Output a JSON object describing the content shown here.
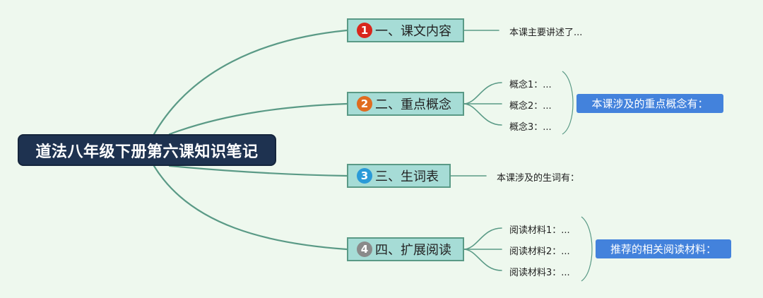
{
  "root": {
    "title": "道法八年级下册第六课知识笔记"
  },
  "branches": [
    {
      "marker": "1",
      "marker_color": "#d9261c",
      "label": "一、课文内容"
    },
    {
      "marker": "2",
      "marker_color": "#e06b1f",
      "label": "二、重点概念"
    },
    {
      "marker": "3",
      "marker_color": "#2a9ad8",
      "label": "三、生词表"
    },
    {
      "marker": "4",
      "marker_color": "#8a8a8a",
      "label": "四、扩展阅读"
    }
  ],
  "branch1_note": "本课主要讲述了...",
  "branch2_children": [
    "概念1：...",
    "概念2：...",
    "概念3：..."
  ],
  "branch2_summary": "本课涉及的重点概念有：",
  "branch3_note": "本课涉及的生词有：",
  "branch4_children": [
    "阅读材料1：...",
    "阅读材料2：...",
    "阅读材料3：..."
  ],
  "branch4_summary": "推荐的相关阅读材料：",
  "colors": {
    "background": "#eef8ee",
    "branch_fill": "#a6dcd6",
    "line": "#5a9a86",
    "root_fill": "#1e3250",
    "callout_fill": "#4382dc"
  }
}
